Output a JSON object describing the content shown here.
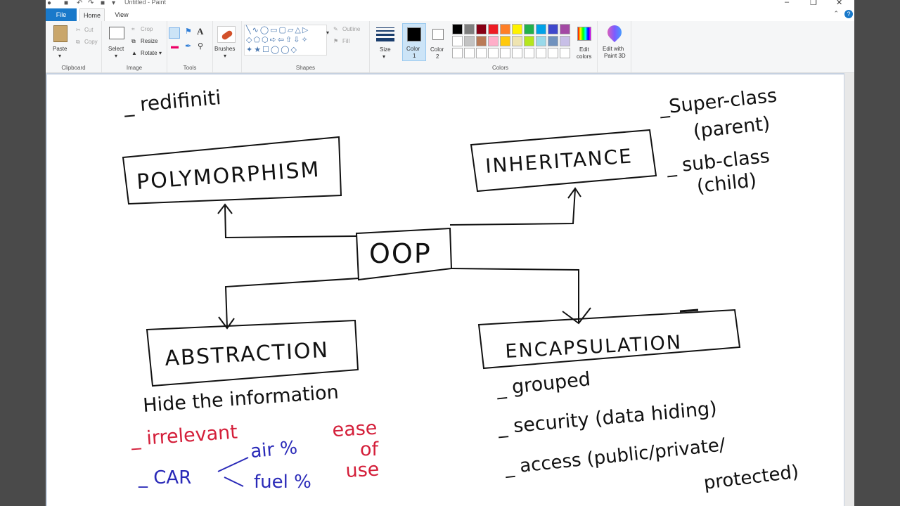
{
  "window": {
    "title": "Untitled - Paint"
  },
  "tabs": {
    "file": "File",
    "home": "Home",
    "view": "View"
  },
  "ribbon": {
    "clipboard": {
      "label": "Clipboard",
      "paste": "Paste",
      "cut": "Cut",
      "copy": "Copy"
    },
    "image": {
      "label": "Image",
      "select": "Select",
      "crop": "Crop",
      "resize": "Resize",
      "rotate": "Rotate"
    },
    "tools": {
      "label": "Tools"
    },
    "brushes": {
      "label": "Brushes"
    },
    "shapes": {
      "label": "Shapes",
      "outline": "Outline",
      "fill": "Fill"
    },
    "size": {
      "label": "Size"
    },
    "color1": {
      "label": "Color",
      "num": "1",
      "value": "#000000"
    },
    "color2": {
      "label": "Color",
      "num": "2",
      "value": "#ffffff"
    },
    "colors": {
      "label": "Colors",
      "row1": [
        "#000000",
        "#7f7f7f",
        "#880015",
        "#ed1c24",
        "#ff7f27",
        "#fff200",
        "#22b14c",
        "#00a2e8",
        "#3f48cc",
        "#a349a4"
      ],
      "row2": [
        "#ffffff",
        "#c3c3c3",
        "#b97a57",
        "#ffaec9",
        "#ffc90e",
        "#efe4b0",
        "#b5e61d",
        "#99d9ea",
        "#7092be",
        "#c8bfe7"
      ],
      "row3": [
        "#ffffff",
        "#ffffff",
        "#ffffff",
        "#ffffff",
        "#ffffff",
        "#ffffff",
        "#ffffff",
        "#ffffff",
        "#ffffff",
        "#ffffff"
      ]
    },
    "edit_colors": {
      "line1": "Edit",
      "line2": "colors"
    },
    "paint3d": {
      "line1": "Edit with",
      "line2": "Paint 3D"
    }
  },
  "drawing": {
    "redef": "_ redifiniti",
    "poly": "POLYMORPHISM",
    "inherit": "INHERITANCE",
    "oop": "OOP",
    "abstraction": "ABSTRACTION",
    "encapsulation": "ENCAPSULATION",
    "superclass": "_Super-class",
    "parent": "(parent)",
    "subclass": "_ sub-class",
    "child": "(child)",
    "hide": "Hide the information",
    "irrelevant": "_ irrelevant",
    "car": "_ CAR",
    "air": "air %",
    "fuel": "fuel %",
    "ease": "ease",
    "of": "of",
    "use": "use",
    "grouped": "_ grouped",
    "security": "_ security (data hiding)",
    "access": "_ access (public/private/",
    "protected": "protected)"
  }
}
